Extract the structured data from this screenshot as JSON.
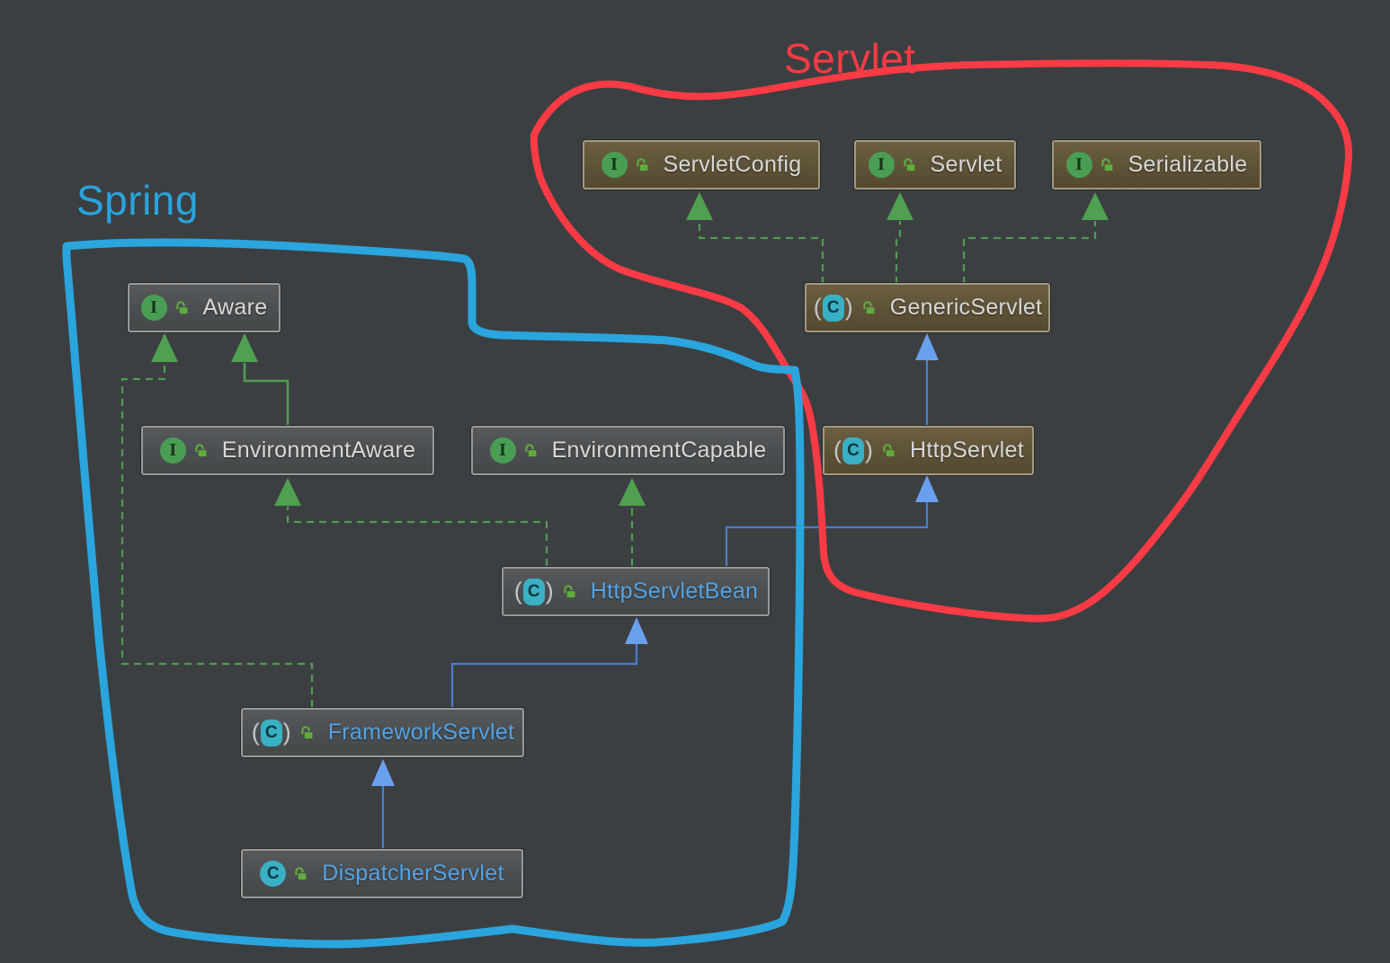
{
  "regions": {
    "servlet": {
      "label": "Servlet",
      "color": "#fa3b45"
    },
    "spring": {
      "label": "Spring",
      "color": "#2ba3dc"
    }
  },
  "icons": {
    "interface_letter": "I",
    "class_letter": "C",
    "paren_open": "(",
    "paren_close": ")",
    "lock_icon_color": "#5fae3c"
  },
  "nodes": {
    "servlet_config": {
      "label": "ServletConfig",
      "kind": "interface",
      "group": "servlet"
    },
    "servlet": {
      "label": "Servlet",
      "kind": "interface",
      "group": "servlet"
    },
    "serializable": {
      "label": "Serializable",
      "kind": "interface",
      "group": "servlet"
    },
    "generic_servlet": {
      "label": "GenericServlet",
      "kind": "abstract-class",
      "group": "servlet"
    },
    "http_servlet": {
      "label": "HttpServlet",
      "kind": "abstract-class",
      "group": "servlet"
    },
    "aware": {
      "label": "Aware",
      "kind": "interface",
      "group": "spring"
    },
    "environment_aware": {
      "label": "EnvironmentAware",
      "kind": "interface",
      "group": "spring"
    },
    "environment_capable": {
      "label": "EnvironmentCapable",
      "kind": "interface",
      "group": "spring"
    },
    "http_servlet_bean": {
      "label": "HttpServletBean",
      "kind": "abstract-class",
      "group": "spring"
    },
    "framework_servlet": {
      "label": "FrameworkServlet",
      "kind": "abstract-class",
      "group": "spring"
    },
    "dispatcher_servlet": {
      "label": "DispatcherServlet",
      "kind": "class",
      "group": "spring"
    }
  },
  "edges": [
    {
      "from": "GenericServlet",
      "to": "ServletConfig",
      "type": "implements"
    },
    {
      "from": "GenericServlet",
      "to": "Servlet",
      "type": "implements"
    },
    {
      "from": "GenericServlet",
      "to": "Serializable",
      "type": "implements"
    },
    {
      "from": "HttpServlet",
      "to": "GenericServlet",
      "type": "extends"
    },
    {
      "from": "HttpServletBean",
      "to": "HttpServlet",
      "type": "extends"
    },
    {
      "from": "HttpServletBean",
      "to": "EnvironmentAware",
      "type": "implements"
    },
    {
      "from": "HttpServletBean",
      "to": "EnvironmentCapable",
      "type": "implements"
    },
    {
      "from": "EnvironmentAware",
      "to": "Aware",
      "type": "extends"
    },
    {
      "from": "FrameworkServlet",
      "to": "Aware",
      "type": "implements"
    },
    {
      "from": "FrameworkServlet",
      "to": "HttpServletBean",
      "type": "extends"
    },
    {
      "from": "DispatcherServlet",
      "to": "FrameworkServlet",
      "type": "extends"
    }
  ],
  "palette": {
    "background": "#3c3f41",
    "implements_edge_green": "#4f9b52",
    "extends_edge_blue": "#4c7ecb",
    "extends_arrowhead_blue": "#68a0ee",
    "library_box_brown": "#5c5136",
    "project_box_gray": "#4b4e50",
    "interface_icon_green": "#4a9e54",
    "class_icon_teal": "#3ab0c4",
    "white_text": "#d8d8d8",
    "blue_text": "#54a3e4"
  }
}
